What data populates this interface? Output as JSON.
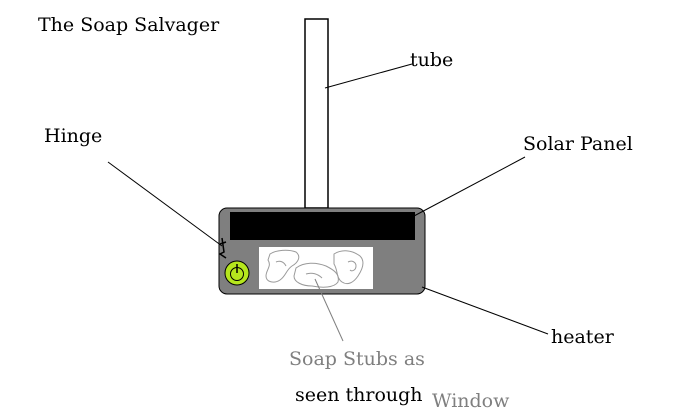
{
  "title": "The Soap Salvager",
  "labels": {
    "tube": "tube",
    "hinge": "Hinge",
    "solar_panel": "Solar Panel",
    "heater": "heater",
    "soap_stubs_line1": "Soap Stubs as",
    "soap_stubs_line2": "seen through",
    "soap_stubs_line3": "Window"
  },
  "colors": {
    "body": "#7f7f7f",
    "solar_panel": "#000000",
    "window": "#ffffff",
    "button": "#b5e61d",
    "soap_label": "#7f7f7f",
    "line": "#000000"
  },
  "icons": {
    "button": "power-icon"
  }
}
